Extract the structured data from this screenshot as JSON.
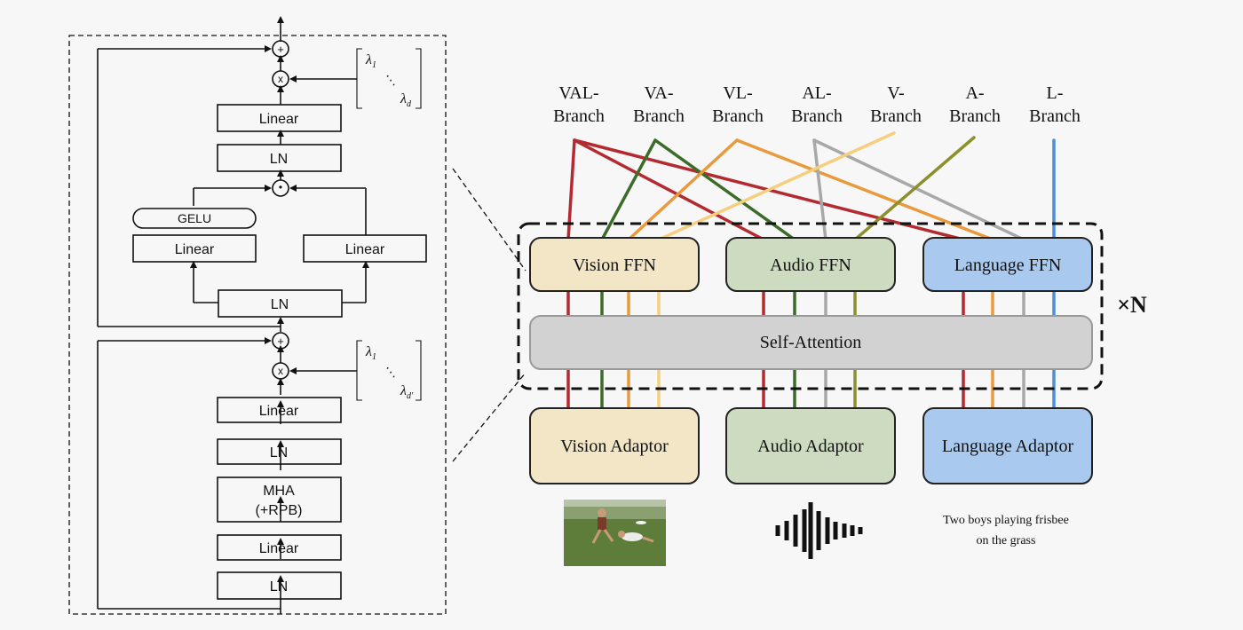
{
  "block": {
    "lambda_top_first": "λ",
    "lambda_top_first_sub": "1",
    "lambda_top_last": "λ",
    "lambda_top_last_sub": "d",
    "lambda_bot_first": "λ",
    "lambda_bot_first_sub": "1",
    "lambda_bot_last": "λ",
    "lambda_bot_last_sub": "d'",
    "dots": "⋱",
    "ffn_out_linear": "Linear",
    "ffn_ln": "LN",
    "gelu": "GELU",
    "ffn_left_linear": "Linear",
    "ffn_right_linear": "Linear",
    "ffn_in_ln": "LN",
    "attn_out_linear": "Linear",
    "attn_ln": "LN",
    "mha_line1": "MHA",
    "mha_line2": "(+RPB)",
    "attn_in_linear": "Linear",
    "attn_in_ln": "LN",
    "plus": "+",
    "times": "x"
  },
  "branches": [
    {
      "line1": "VAL-",
      "line2": "Branch",
      "color": "#b32a30"
    },
    {
      "line1": "VA-",
      "line2": "Branch",
      "color": "#3d6b2a"
    },
    {
      "line1": "VL-",
      "line2": "Branch",
      "color": "#e89a3c"
    },
    {
      "line1": "AL-",
      "line2": "Branch",
      "color": "#a8a8a8"
    },
    {
      "line1": "V-",
      "line2": "Branch",
      "color": "#f5cf7e"
    },
    {
      "line1": "A-",
      "line2": "Branch",
      "color": "#8b8f2c"
    },
    {
      "line1": "L-",
      "line2": "Branch",
      "color": "#4a90d9"
    }
  ],
  "modules": {
    "vision_ffn": "Vision FFN",
    "audio_ffn": "Audio FFN",
    "language_ffn": "Language FFN",
    "self_attention": "Self-Attention",
    "repeat": "×N",
    "vision_adaptor": "Vision Adaptor",
    "audio_adaptor": "Audio Adaptor",
    "language_adaptor": "Language Adaptor"
  },
  "inputs": {
    "caption_line1": "Two boys playing frisbee",
    "caption_line2": "on the grass"
  },
  "colors": {
    "vision_fill": "#f2e6c6",
    "audio_fill": "#cddcc0",
    "language_fill": "#a9caee",
    "attention_fill": "#d2d2d2"
  }
}
